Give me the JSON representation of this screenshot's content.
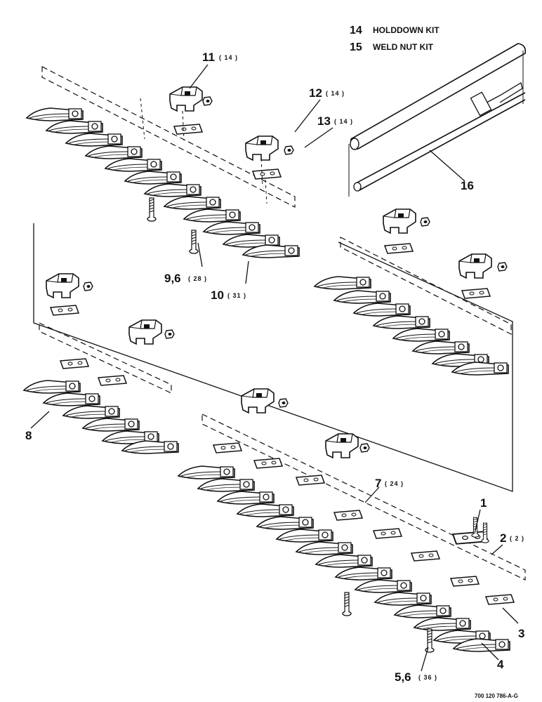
{
  "legend": [
    {
      "num": "14",
      "text": "HOLDDOWN KIT"
    },
    {
      "num": "15",
      "text": "WELD NUT KIT"
    }
  ],
  "callouts": [
    {
      "id": "c11",
      "num": "11",
      "qty": "( 14 )"
    },
    {
      "id": "c12",
      "num": "12",
      "qty": "( 14 )"
    },
    {
      "id": "c13",
      "num": "13",
      "qty": "( 14 )"
    },
    {
      "id": "c16",
      "num": "16",
      "qty": ""
    },
    {
      "id": "c96",
      "num": "9,6",
      "qty": "( 28 )"
    },
    {
      "id": "c10",
      "num": "10",
      "qty": "( 31 )"
    },
    {
      "id": "c8",
      "num": "8",
      "qty": ""
    },
    {
      "id": "c7",
      "num": "7",
      "qty": "( 24 )"
    },
    {
      "id": "c1",
      "num": "1",
      "qty": ""
    },
    {
      "id": "c2",
      "num": "2",
      "qty": "( 2 )"
    },
    {
      "id": "c3",
      "num": "3",
      "qty": ""
    },
    {
      "id": "c4",
      "num": "4",
      "qty": ""
    },
    {
      "id": "c56",
      "num": "5,6",
      "qty": "( 36 )"
    }
  ],
  "drawing_code": "700 120 786-A-G"
}
